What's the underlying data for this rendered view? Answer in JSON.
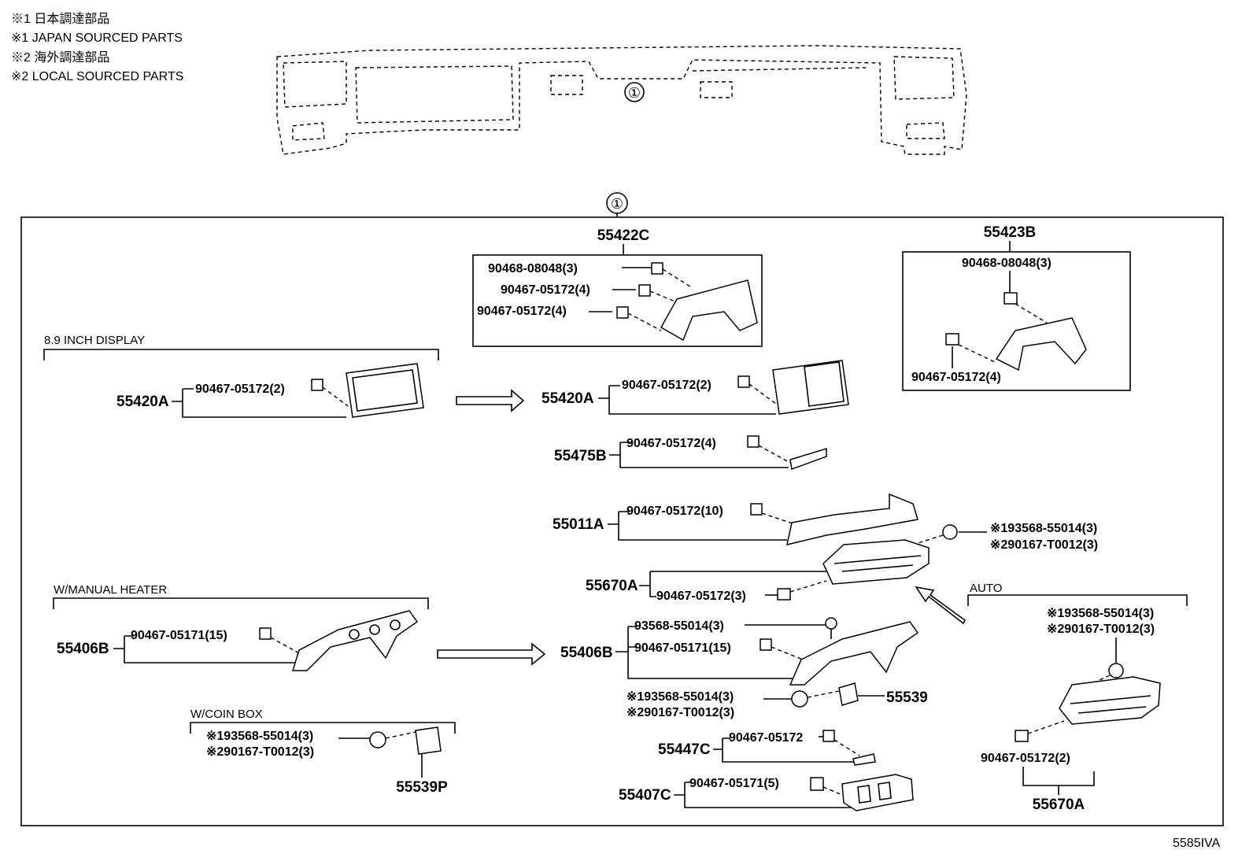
{
  "notes": [
    "※1 日本調達部品",
    "※1 JAPAN SOURCED PARTS",
    "※2 海外調達部品",
    "※2 LOCAL SOURCED PARTS"
  ],
  "callout_top": "①",
  "callout_frame": "①",
  "groups": {
    "display": "8.9 INCH DISPLAY",
    "manual_heater": "W/MANUAL HEATER",
    "coin_box": "W/COIN BOX",
    "auto": "AUTO"
  },
  "parts": {
    "p55422C": "55422C",
    "p55423B": "55423B",
    "p55420A_left": "55420A",
    "p55420A_right": "55420A",
    "p55475B": "55475B",
    "p55011A": "55011A",
    "p55670A": "55670A",
    "p55406B_left": "55406B",
    "p55406B_right": "55406B",
    "p55539": "55539",
    "p55539P": "55539P",
    "p55447C": "55447C",
    "p55407C": "55407C",
    "p55670A_auto": "55670A"
  },
  "subparts": {
    "s55422C_1": "90468-08048(3)",
    "s55422C_2": "90467-05172(4)",
    "s55422C_3": "90467-05172(4)",
    "s55423B_1": "90468-08048(3)",
    "s55423B_2": "90467-05172(4)",
    "s55420A_left": "90467-05172(2)",
    "s55420A_right": "90467-05172(2)",
    "s55475B": "90467-05172(4)",
    "s55011A": "90467-05172(10)",
    "s55670A_j": "※193568-55014(3)",
    "s55670A_l": "※290167-T0012(3)",
    "s55670A_clip": "90467-05172(3)",
    "s55406B_left": "90467-05171(15)",
    "s55406B_r1": "93568-55014(3)",
    "s55406B_r2": "90467-05171(15)",
    "s55539_j": "※193568-55014(3)",
    "s55539_l": "※290167-T0012(3)",
    "s55539P_j": "※193568-55014(3)",
    "s55539P_l": "※290167-T0012(3)",
    "s55447C": "90467-05172",
    "s55407C": "90467-05171(5)",
    "s_auto_j": "※193568-55014(3)",
    "s_auto_l": "※290167-T0012(3)",
    "s_auto_clip": "90467-05172(2)"
  },
  "figure_code": "5585IVA"
}
